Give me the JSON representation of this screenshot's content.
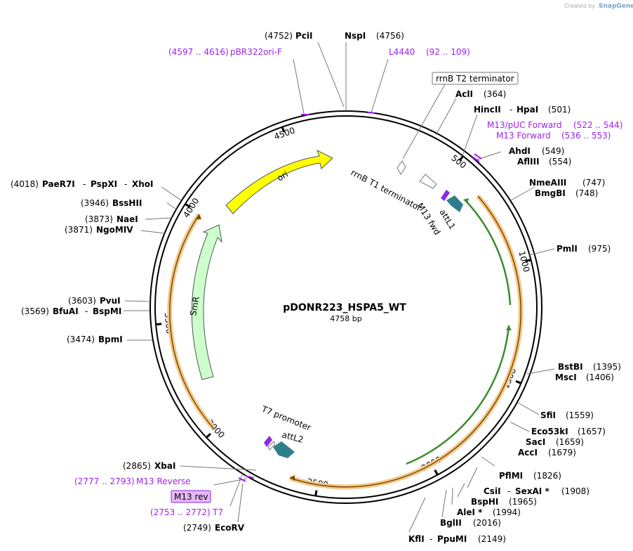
{
  "credit": {
    "prefix": "Created by",
    "brand": "SnapGene"
  },
  "plasmid": {
    "name": "pDONR223_HSPA5_WT",
    "length": "4758 bp"
  },
  "ticks": [
    {
      "label": "500",
      "pos": 500
    },
    {
      "label": "1000",
      "pos": 1000
    },
    {
      "label": "1500",
      "pos": 1500
    },
    {
      "label": "2000",
      "pos": 2000
    },
    {
      "label": "2500",
      "pos": 2500
    },
    {
      "label": "3000",
      "pos": 3000
    },
    {
      "label": "3500",
      "pos": 3500
    },
    {
      "label": "4000",
      "pos": 4000
    },
    {
      "label": "4500",
      "pos": 4500
    }
  ],
  "features": [
    {
      "name": "ori",
      "color": "#ffff00",
      "label": "ori"
    },
    {
      "name": "SmR",
      "color": "#ccffcc",
      "label": "SmR"
    },
    {
      "name": "attL1",
      "color": "#2e7f8c",
      "label": "attL1"
    },
    {
      "name": "attL2",
      "color": "#2e7f8c",
      "label": "attL2"
    },
    {
      "name": "rrnB T1 terminator",
      "color": "#ffffff",
      "label": "rrnB T1 terminator"
    },
    {
      "name": "M13 fwd",
      "color": "#8a2be2",
      "label": "M13 fwd"
    },
    {
      "name": "T7 promoter",
      "color": "#ffffff",
      "label": "T7 promoter"
    },
    {
      "name": "HSPA5",
      "color": "#f5c98a",
      "label": ""
    },
    {
      "name": "insert",
      "color": "#3c8c2c",
      "label": ""
    }
  ],
  "labels": {
    "pcil": {
      "pos": "(4752)",
      "name": "PciI"
    },
    "nspi": {
      "name": "NspI",
      "pos": "(4756)"
    },
    "pbr322": {
      "range": "(4597 .. 4616)",
      "name": "pBR322ori-F"
    },
    "l4440": {
      "name": "L4440",
      "range": "(92 .. 109)"
    },
    "rrnbT2": {
      "name": "rrnB T2 terminator"
    },
    "acli": {
      "name": "AclI",
      "pos": "(364)"
    },
    "hincii": {
      "name": "HincII",
      "sep": "-",
      "name2": "HpaI",
      "pos": "(501)"
    },
    "m13puc": {
      "name": "M13/pUC Forward",
      "range": "(522 .. 544)"
    },
    "m13fwd": {
      "name": "M13 Forward",
      "range": "(536 .. 553)"
    },
    "ahdi": {
      "name": "AhdI",
      "pos": "(549)"
    },
    "aflIII": {
      "name": "AflIII",
      "pos": "(554)"
    },
    "nmeaiii": {
      "name": "NmeAIII",
      "pos": "(747)"
    },
    "bmgbi": {
      "name": "BmgBI",
      "pos": "(748)"
    },
    "pmli": {
      "name": "PmlI",
      "pos": "(975)"
    },
    "bstbi": {
      "name": "BstBI",
      "pos": "(1395)"
    },
    "msci": {
      "name": "MscI",
      "pos": "(1406)"
    },
    "sfii": {
      "name": "SfiI",
      "pos": "(1559)"
    },
    "eco53ki": {
      "name": "Eco53kI",
      "pos": "(1657)"
    },
    "saci": {
      "name": "SacI",
      "pos": "(1659)"
    },
    "acci": {
      "name": "AccI",
      "pos": "(1679)"
    },
    "pflmi": {
      "name": "PflMI",
      "pos": "(1826)"
    },
    "csii": {
      "name": "CsiI",
      "sep": "-",
      "name2": "SexAI *",
      "pos": "(1908)"
    },
    "bsphi": {
      "name": "BspHI",
      "pos": "(1965)"
    },
    "alei": {
      "name": "AleI *",
      "pos": "(1994)"
    },
    "bglii": {
      "name": "BglII",
      "pos": "(2016)"
    },
    "kfli": {
      "name": "KflI",
      "sep": "-",
      "name2": "PpuMI",
      "pos": "(2149)"
    },
    "ecorv": {
      "pos": "(2749)",
      "name": "EcoRV"
    },
    "t7": {
      "range": "(2753 .. 2772)",
      "name": "T7"
    },
    "m13rev": {
      "name": "M13 rev"
    },
    "m13reverse": {
      "range": "(2777 .. 2793)",
      "name": "M13 Reverse"
    },
    "xbai": {
      "pos": "(2865)",
      "name": "XbaI"
    },
    "bpmi": {
      "pos": "(3474)",
      "name": "BpmI"
    },
    "bfuai": {
      "pos": "(3569)",
      "name": "BfuAI",
      "sep": "-",
      "name2": "BspMI"
    },
    "pvui": {
      "pos": "(3603)",
      "name": "PvuI"
    },
    "ngomiv": {
      "pos": "(3871)",
      "name": "NgoMIV"
    },
    "naei": {
      "pos": "(3873)",
      "name": "NaeI"
    },
    "bsshii": {
      "pos": "(3946)",
      "name": "BssHII"
    },
    "paer7i": {
      "pos": "(4018)",
      "name": "PaeR7I",
      "sep": "-",
      "name2": "PspXI",
      "sep2": "-",
      "name3": "XhoI"
    }
  }
}
